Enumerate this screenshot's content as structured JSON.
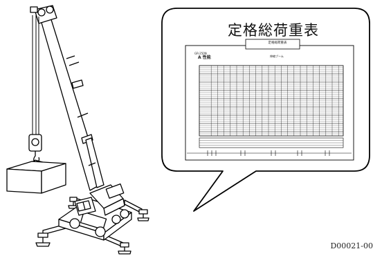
{
  "callout": {
    "title": "定格総荷重表"
  },
  "sheet": {
    "header": "定格総荷重表",
    "subheader": "伸縮ブーム",
    "left_code": "GR-250N",
    "left_title": "A 性能"
  },
  "figure_code": "D00021-00"
}
